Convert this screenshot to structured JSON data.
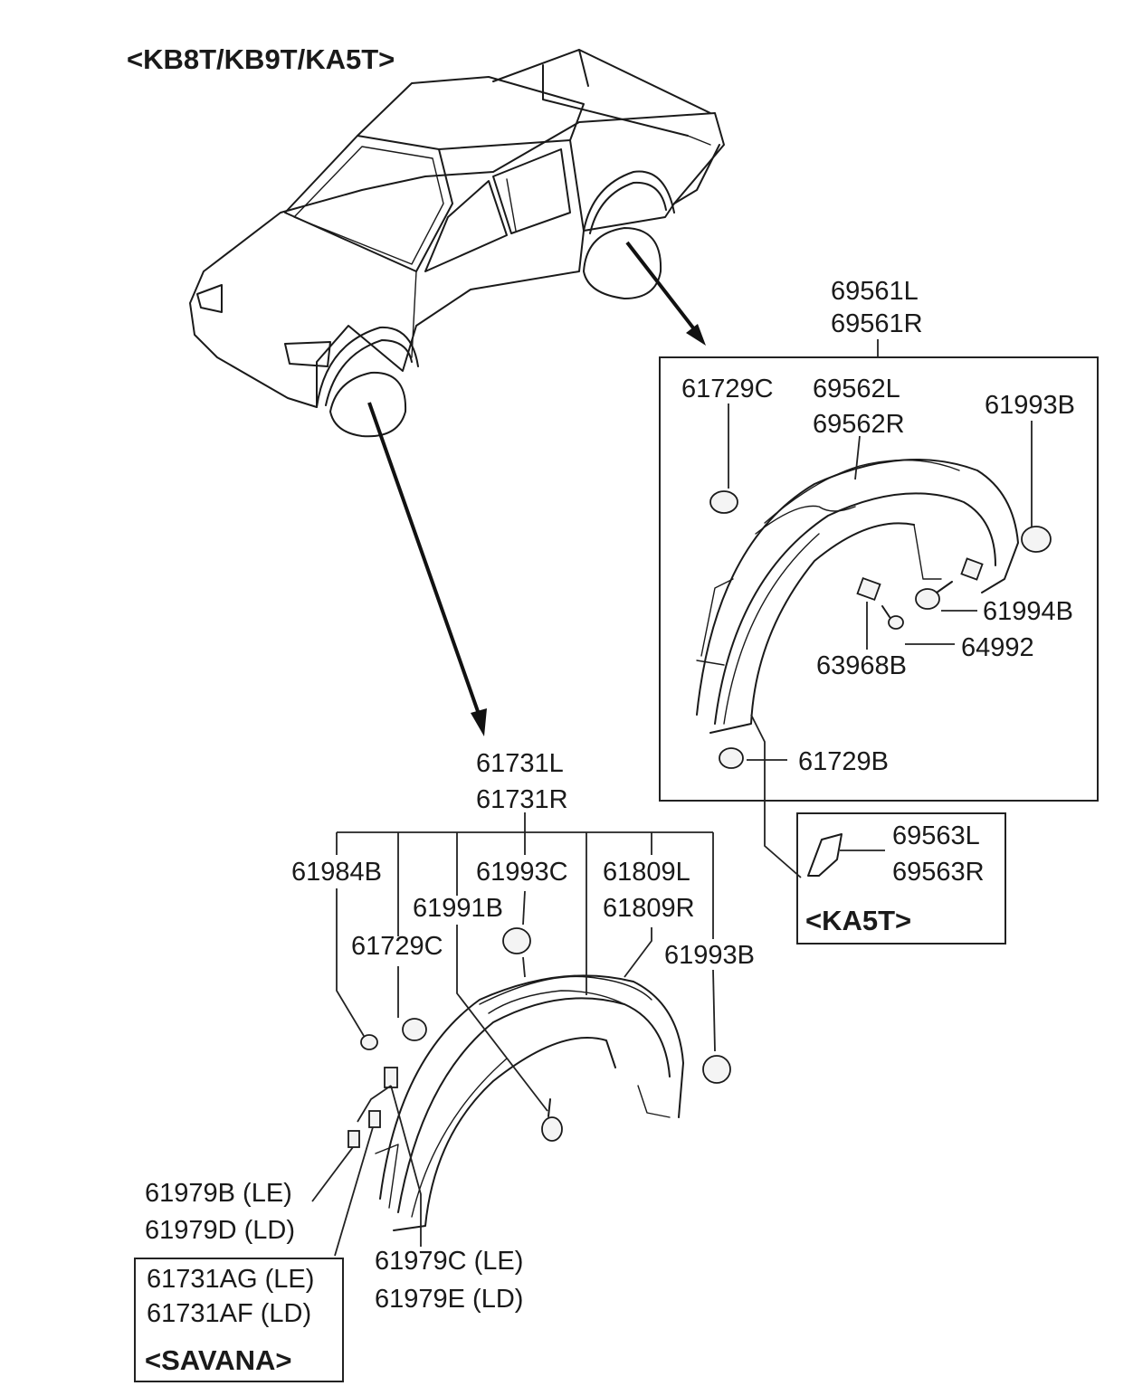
{
  "title": "<KB8T/KB9T/KA5T>",
  "rear_group": {
    "box_part": [
      "69561L",
      "69561R"
    ],
    "parts": {
      "p61729c": "61729C",
      "p69562": [
        "69562L",
        "69562R"
      ],
      "p61993b": "61993B",
      "p61994b": "61994B",
      "p64992": "64992",
      "p63968b": "63968B",
      "p61729b": "61729B"
    }
  },
  "ka5t_box": {
    "parts": [
      "69563L",
      "69563R"
    ],
    "note": "<KA5T>"
  },
  "front_group": {
    "box_part": [
      "61731L",
      "61731R"
    ],
    "parts": {
      "p61984b": "61984B",
      "p61993c": "61993C",
      "p61809": [
        "61809L",
        "61809R"
      ],
      "p61991b": "61991B",
      "p61729c": "61729C",
      "p61993b": "61993B",
      "p61979b": [
        "61979B (LE)",
        "61979D (LD)"
      ],
      "p61979c": [
        "61979C (LE)",
        "61979E (LD)"
      ]
    }
  },
  "savana_box": {
    "parts": [
      "61731AG (LE)",
      "61731AF (LD)"
    ],
    "note": "<SAVANA>"
  }
}
